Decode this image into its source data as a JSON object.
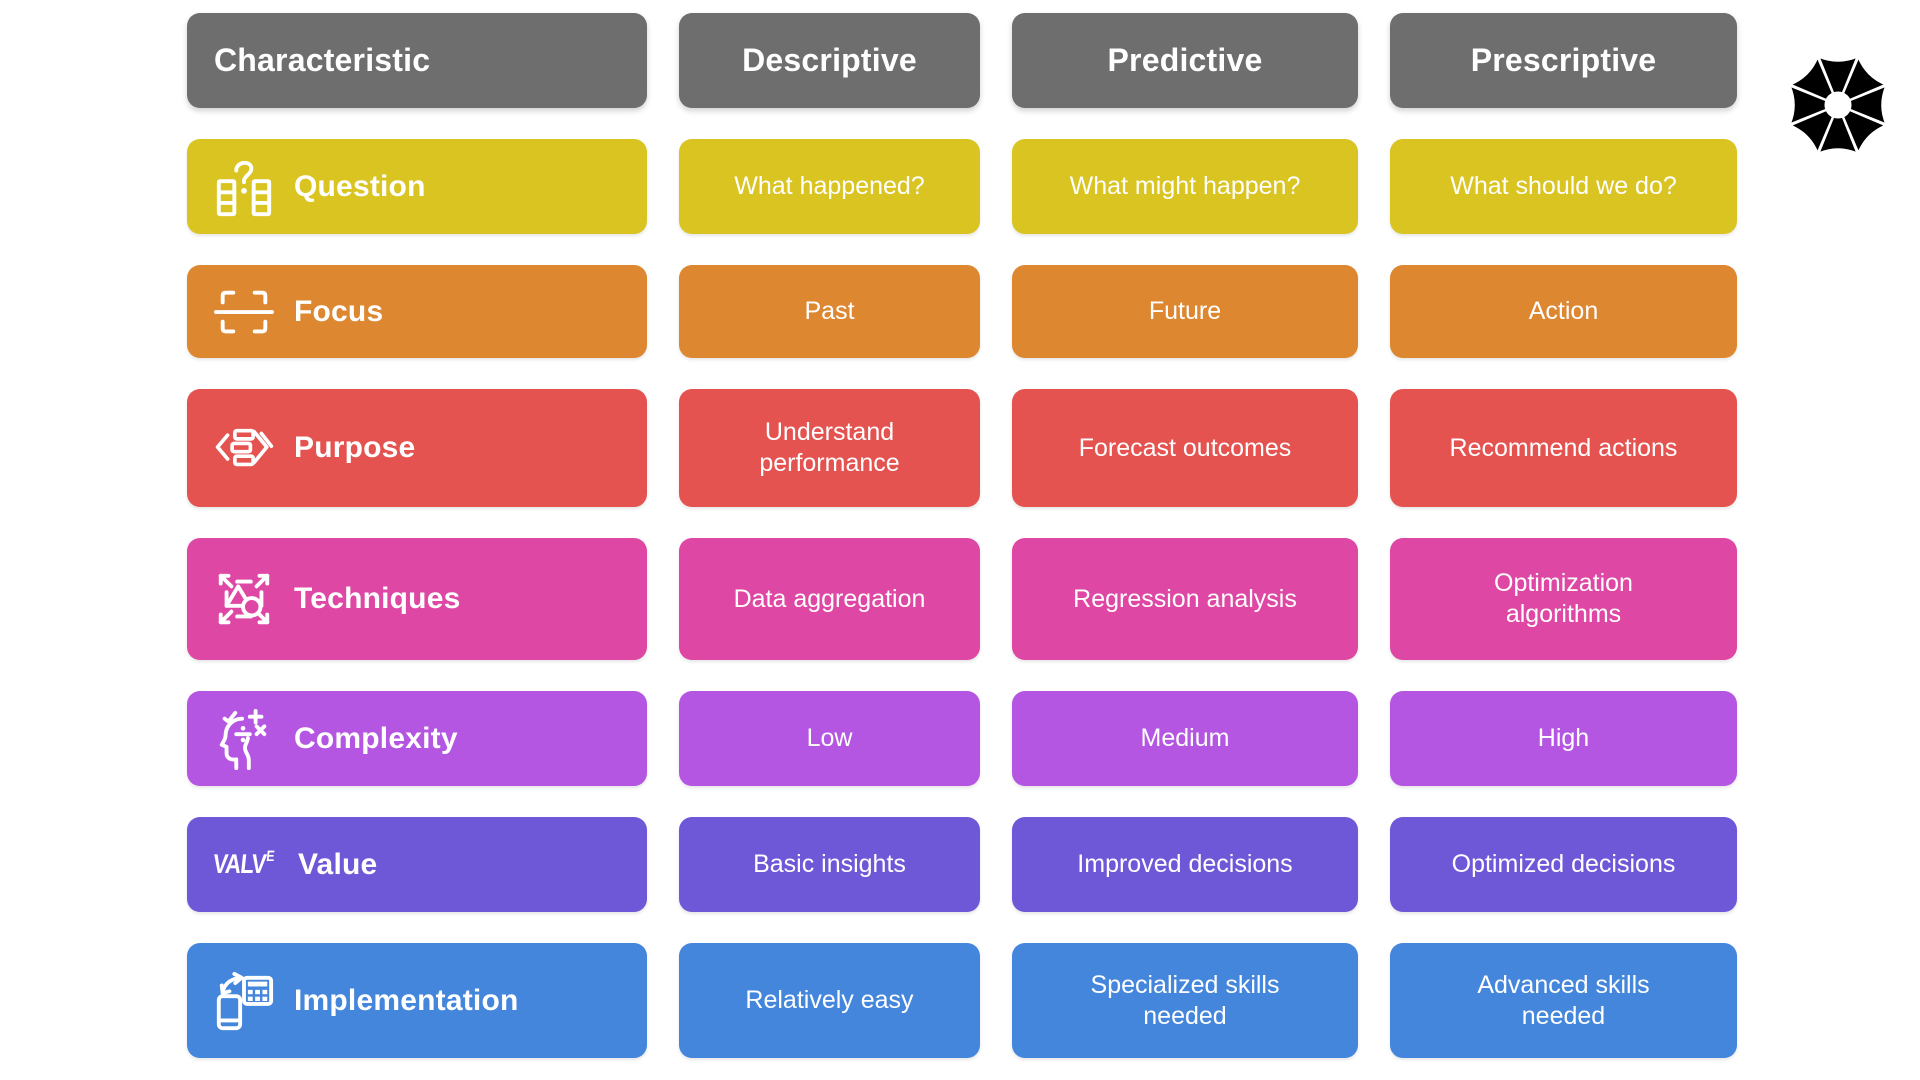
{
  "background": "#ffffff",
  "logo": {
    "label": "aperture-umbrella-logo",
    "color": "#000000"
  },
  "table": {
    "header": {
      "bg": "#6e6e6e",
      "text_color": "#ffffff",
      "columns": [
        "Characteristic",
        "Descriptive",
        "Predictive",
        "Prescriptive"
      ]
    },
    "rows": [
      {
        "label": "Question",
        "bg": "#d9c422",
        "icon": "question-columns-icon",
        "cells": [
          "What happened?",
          "What might happen?",
          "What should we do?"
        ]
      },
      {
        "label": "Focus",
        "bg": "#dd8730",
        "icon": "focus-scan-icon",
        "cells": [
          "Past",
          "Future",
          "Action"
        ]
      },
      {
        "label": "Purpose",
        "bg": "#e45350",
        "icon": "exchange-arrows-icon",
        "cells": [
          "Understand performance",
          "Forecast outcomes",
          "Recommend actions"
        ]
      },
      {
        "label": "Techniques",
        "bg": "#de48a4",
        "icon": "shapes-expand-icon",
        "cells": [
          "Data aggregation",
          "Regression analysis",
          "Optimization algorithms"
        ]
      },
      {
        "label": "Complexity",
        "bg": "#b556e2",
        "icon": "head-math-icon",
        "cells": [
          "Low",
          "Medium",
          "High"
        ]
      },
      {
        "label": "Value",
        "bg": "#6f58d8",
        "icon": "valve-wordmark-icon",
        "icon_text_main": "VALV",
        "icon_text_sup": "E",
        "cells": [
          "Basic insights",
          "Improved decisions",
          "Optimized decisions"
        ]
      },
      {
        "label": "Implementation",
        "bg": "#4486dc",
        "icon": "phone-calculator-sync-icon",
        "cells": [
          "Relatively easy",
          "Specialized skills needed",
          "Advanced skills needed"
        ]
      }
    ]
  }
}
